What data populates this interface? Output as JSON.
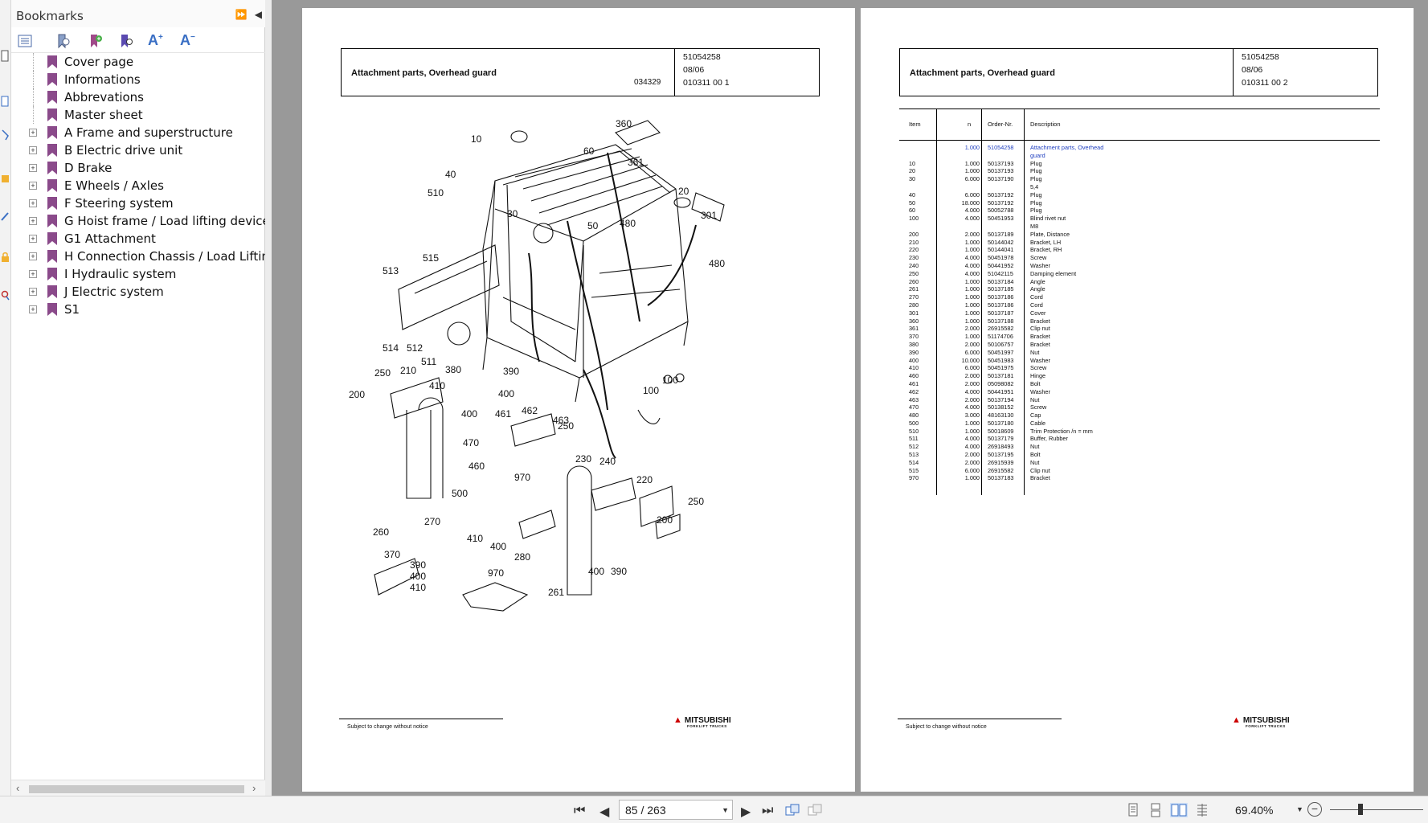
{
  "bookmarks": {
    "title": "Bookmarks",
    "items": [
      {
        "label": "Cover page",
        "expandable": false
      },
      {
        "label": "Informations",
        "expandable": false
      },
      {
        "label": "Abbrevations",
        "expandable": false
      },
      {
        "label": "Master sheet",
        "expandable": false
      },
      {
        "label": "A Frame and superstructure",
        "expandable": true
      },
      {
        "label": "B Electric drive unit",
        "expandable": true
      },
      {
        "label": "D Brake",
        "expandable": true
      },
      {
        "label": "E Wheels / Axles",
        "expandable": true
      },
      {
        "label": "F Steering system",
        "expandable": true
      },
      {
        "label": "G Hoist frame / Load lifting device",
        "expandable": true
      },
      {
        "label": "G1 Attachment",
        "expandable": true
      },
      {
        "label": "H Connection Chassis / Load Lifting Devi",
        "expandable": true
      },
      {
        "label": "I Hydraulic system",
        "expandable": true
      },
      {
        "label": "J Electric system",
        "expandable": true
      },
      {
        "label": "S1",
        "expandable": true
      }
    ]
  },
  "left_page": {
    "title": "Attachment parts, Overhead guard",
    "drawing_no": "034329",
    "part_no": "51054258",
    "date": "08/06",
    "ref": "010311 00 1",
    "footer_note": "Subject to change without notice",
    "brand": "MITSUBISHI",
    "brand_sub": "FORKLIFT TRUCKS",
    "callouts": [
      "360",
      "10",
      "60",
      "361",
      "40",
      "510",
      "30",
      "20",
      "301",
      "50",
      "480",
      "480",
      "515",
      "513",
      "514",
      "512",
      "511",
      "380",
      "390",
      "250",
      "210",
      "410",
      "400",
      "200",
      "100",
      "100",
      "461",
      "462",
      "400",
      "463",
      "470",
      "250",
      "460",
      "230",
      "240",
      "970",
      "220",
      "500",
      "250",
      "270",
      "200",
      "260",
      "410",
      "400",
      "280",
      "370",
      "390",
      "400",
      "410",
      "970",
      "400",
      "390",
      "261"
    ]
  },
  "right_page": {
    "title": "Attachment parts, Overhead guard",
    "part_no": "51054258",
    "date": "08/06",
    "ref": "010311 00 2",
    "footer_note": "Subject to change without notice",
    "brand": "MITSUBISHI",
    "brand_sub": "FORKLIFT TRUCKS",
    "table_headers": {
      "item": "Item",
      "n": "n",
      "order": "Order-Nr.",
      "desc": "Description"
    },
    "rows": [
      {
        "item": "",
        "n": "1.000",
        "order": "51054258",
        "desc": "Attachment parts, Overhead",
        "hl": true
      },
      {
        "item": "",
        "n": "",
        "order": "",
        "desc": "guard",
        "hl": true
      },
      {
        "item": "10",
        "n": "1.000",
        "order": "50137193",
        "desc": "Plug"
      },
      {
        "item": "20",
        "n": "1.000",
        "order": "50137193",
        "desc": "Plug"
      },
      {
        "item": "30",
        "n": "6.000",
        "order": "50137190",
        "desc": "Plug"
      },
      {
        "item": "",
        "n": "",
        "order": "",
        "desc": "5,4"
      },
      {
        "item": "40",
        "n": "6.000",
        "order": "50137192",
        "desc": "Plug"
      },
      {
        "item": "50",
        "n": "18.000",
        "order": "50137192",
        "desc": "Plug"
      },
      {
        "item": "60",
        "n": "4.000",
        "order": "50052788",
        "desc": "Plug"
      },
      {
        "item": "100",
        "n": "4.000",
        "order": "50451953",
        "desc": "Blind rivet nut"
      },
      {
        "item": "",
        "n": "",
        "order": "",
        "desc": "M8"
      },
      {
        "item": "200",
        "n": "2.000",
        "order": "50137189",
        "desc": "Plate, Distance"
      },
      {
        "item": "210",
        "n": "1.000",
        "order": "50144042",
        "desc": "Bracket, LH"
      },
      {
        "item": "220",
        "n": "1.000",
        "order": "50144041",
        "desc": "Bracket, RH"
      },
      {
        "item": "230",
        "n": "4.000",
        "order": "50451978",
        "desc": "Screw"
      },
      {
        "item": "240",
        "n": "4.000",
        "order": "50441952",
        "desc": "Washer"
      },
      {
        "item": "250",
        "n": "4.000",
        "order": "51042115",
        "desc": "Damping element"
      },
      {
        "item": "260",
        "n": "1.000",
        "order": "50137184",
        "desc": "Angle"
      },
      {
        "item": "261",
        "n": "1.000",
        "order": "50137185",
        "desc": "Angle"
      },
      {
        "item": "270",
        "n": "1.000",
        "order": "50137186",
        "desc": "Cord"
      },
      {
        "item": "280",
        "n": "1.000",
        "order": "50137186",
        "desc": "Cord"
      },
      {
        "item": "301",
        "n": "1.000",
        "order": "50137187",
        "desc": "Cover"
      },
      {
        "item": "360",
        "n": "1.000",
        "order": "50137188",
        "desc": "Bracket"
      },
      {
        "item": "361",
        "n": "2.000",
        "order": "26915582",
        "desc": "Clip nut"
      },
      {
        "item": "370",
        "n": "1.000",
        "order": "51174706",
        "desc": "Bracket"
      },
      {
        "item": "380",
        "n": "2.000",
        "order": "50106757",
        "desc": "Bracket"
      },
      {
        "item": "390",
        "n": "6.000",
        "order": "50451997",
        "desc": "Nut"
      },
      {
        "item": "400",
        "n": "10.000",
        "order": "50451983",
        "desc": "Washer"
      },
      {
        "item": "410",
        "n": "6.000",
        "order": "50451975",
        "desc": "Screw"
      },
      {
        "item": "460",
        "n": "2.000",
        "order": "50137181",
        "desc": "Hinge"
      },
      {
        "item": "461",
        "n": "2.000",
        "order": "05098082",
        "desc": "Bolt"
      },
      {
        "item": "462",
        "n": "4.000",
        "order": "50441951",
        "desc": "Washer"
      },
      {
        "item": "463",
        "n": "2.000",
        "order": "50137194",
        "desc": "Nut"
      },
      {
        "item": "470",
        "n": "4.000",
        "order": "50138152",
        "desc": "Screw"
      },
      {
        "item": "480",
        "n": "3.000",
        "order": "48163130",
        "desc": "Cap"
      },
      {
        "item": "500",
        "n": "1.000",
        "order": "50137180",
        "desc": "Cable"
      },
      {
        "item": "510",
        "n": "1.000",
        "order": "50018609",
        "desc": "Trim Protection  /n = mm"
      },
      {
        "item": "511",
        "n": "4.000",
        "order": "50137179",
        "desc": "Buffer, Rubber"
      },
      {
        "item": "512",
        "n": "4.000",
        "order": "26918493",
        "desc": "Nut"
      },
      {
        "item": "513",
        "n": "2.000",
        "order": "50137195",
        "desc": "Bolt"
      },
      {
        "item": "514",
        "n": "2.000",
        "order": "26915939",
        "desc": "Nut"
      },
      {
        "item": "515",
        "n": "6.000",
        "order": "26915582",
        "desc": "Clip nut"
      },
      {
        "item": "970",
        "n": "1.000",
        "order": "50137183",
        "desc": "Bracket"
      }
    ]
  },
  "status": {
    "page_indicator": "85 / 263",
    "zoom": "69.40%"
  },
  "colors": {
    "doc_bg": "#999999",
    "bookmark_flag": "#8a4a8a",
    "highlight_blue": "#1f3fbf",
    "brand_red": "#c00000"
  }
}
